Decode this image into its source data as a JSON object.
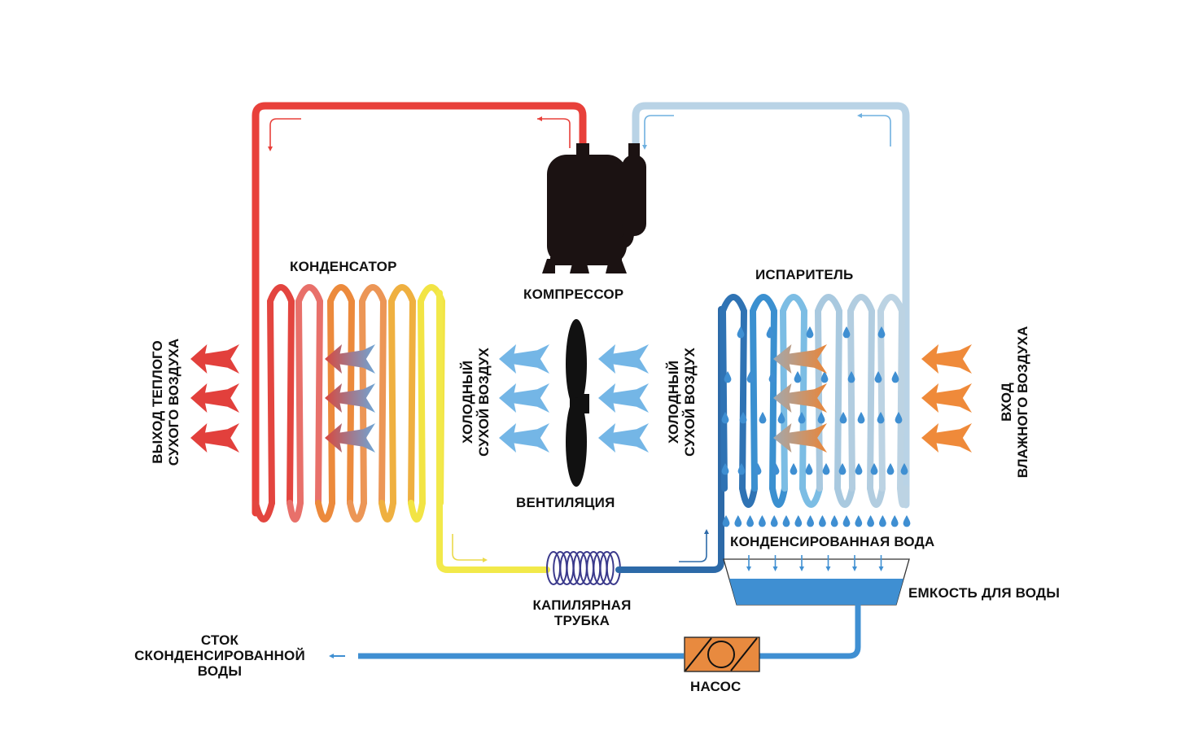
{
  "diagram": {
    "type": "dehumidifier refrigeration cycle",
    "labels": {
      "condenser": "КОНДЕНСАТОР",
      "compressor": "КОМПРЕССОР",
      "evaporator": "ИСПАРИТЕЛЬ",
      "ventilation": "ВЕНТИЛЯЦИЯ",
      "capillary_line1": "КАПИЛЯРНАЯ",
      "capillary_line2": "ТРУБКА",
      "condensed_water": "КОНДЕНСИРОВАННАЯ ВОДА",
      "water_tank": "ЕМКОСТЬ ДЛЯ ВОДЫ",
      "pump": "НАСОС",
      "drain_line1": "СТОК",
      "drain_line2": "СКОНДЕНСИРОВАННОЙ",
      "drain_line3": "ВОДЫ",
      "warm_out_line1": "ВЫХОД ТЕПЛОГО",
      "warm_out_line2": "СУХОГО ВОЗДУХА",
      "cold_left_line1": "ХОЛОДНЫЙ",
      "cold_left_line2": "СУХОЙ ВОЗДУХ",
      "cold_right_line1": "ХОЛОДНЫЙ",
      "cold_right_line2": "СУХОЙ ВОЗДУХ",
      "humid_in_line1": "ВХОД",
      "humid_in_line2": "ВЛАЖНОГО ВОЗДУХА"
    },
    "nodes": [
      {
        "id": "compressor",
        "label": "КОМПРЕССОР"
      },
      {
        "id": "condenser",
        "label": "КОНДЕНСАТОР"
      },
      {
        "id": "capillary",
        "label": "КАПИЛЯРНАЯ ТРУБКА"
      },
      {
        "id": "evaporator",
        "label": "ИСПАРИТЕЛЬ"
      },
      {
        "id": "fan",
        "label": "ВЕНТИЛЯЦИЯ"
      },
      {
        "id": "tank",
        "label": "ЕМКОСТЬ ДЛЯ ВОДЫ"
      },
      {
        "id": "pump",
        "label": "НАСОС"
      },
      {
        "id": "drain",
        "label": "СТОК СКОНДЕНСИРОВАННОЙ ВОДЫ"
      }
    ],
    "edges": [
      {
        "from": "compressor",
        "to": "condenser",
        "kind": "hot refrigerant"
      },
      {
        "from": "condenser",
        "to": "capillary",
        "kind": "liquid refrigerant"
      },
      {
        "from": "capillary",
        "to": "evaporator",
        "kind": "cold refrigerant"
      },
      {
        "from": "evaporator",
        "to": "compressor",
        "kind": "cold gas"
      },
      {
        "from": "evaporator",
        "to": "tank",
        "kind": "condensed water"
      },
      {
        "from": "tank",
        "to": "pump",
        "kind": "water"
      },
      {
        "from": "pump",
        "to": "drain",
        "kind": "water"
      }
    ],
    "colors": {
      "hot_pipe": "#e8403a",
      "cold_pipe_light": "#b9d3e6",
      "yellow_pipe": "#f2e94a",
      "dark_blue_pipe": "#2d6aa8",
      "water": "#3f8fd2",
      "cold_air": "#74b6e6",
      "humid_air": "#ef8a3a",
      "warm_air": "#e2403c",
      "pump_fill": "#e88a3f",
      "capillary": "#3b3a8c",
      "compressor": "#1b1212",
      "condenser_coils": [
        "#e3453f",
        "#e8706a",
        "#ec8a3c",
        "#ec9656",
        "#efb040",
        "#f2e444"
      ],
      "evaporator_coils": [
        "#2f73b4",
        "#3b90d0",
        "#7cbde4",
        "#a9c9df",
        "#b2cde0",
        "#bcd3e3"
      ]
    }
  }
}
